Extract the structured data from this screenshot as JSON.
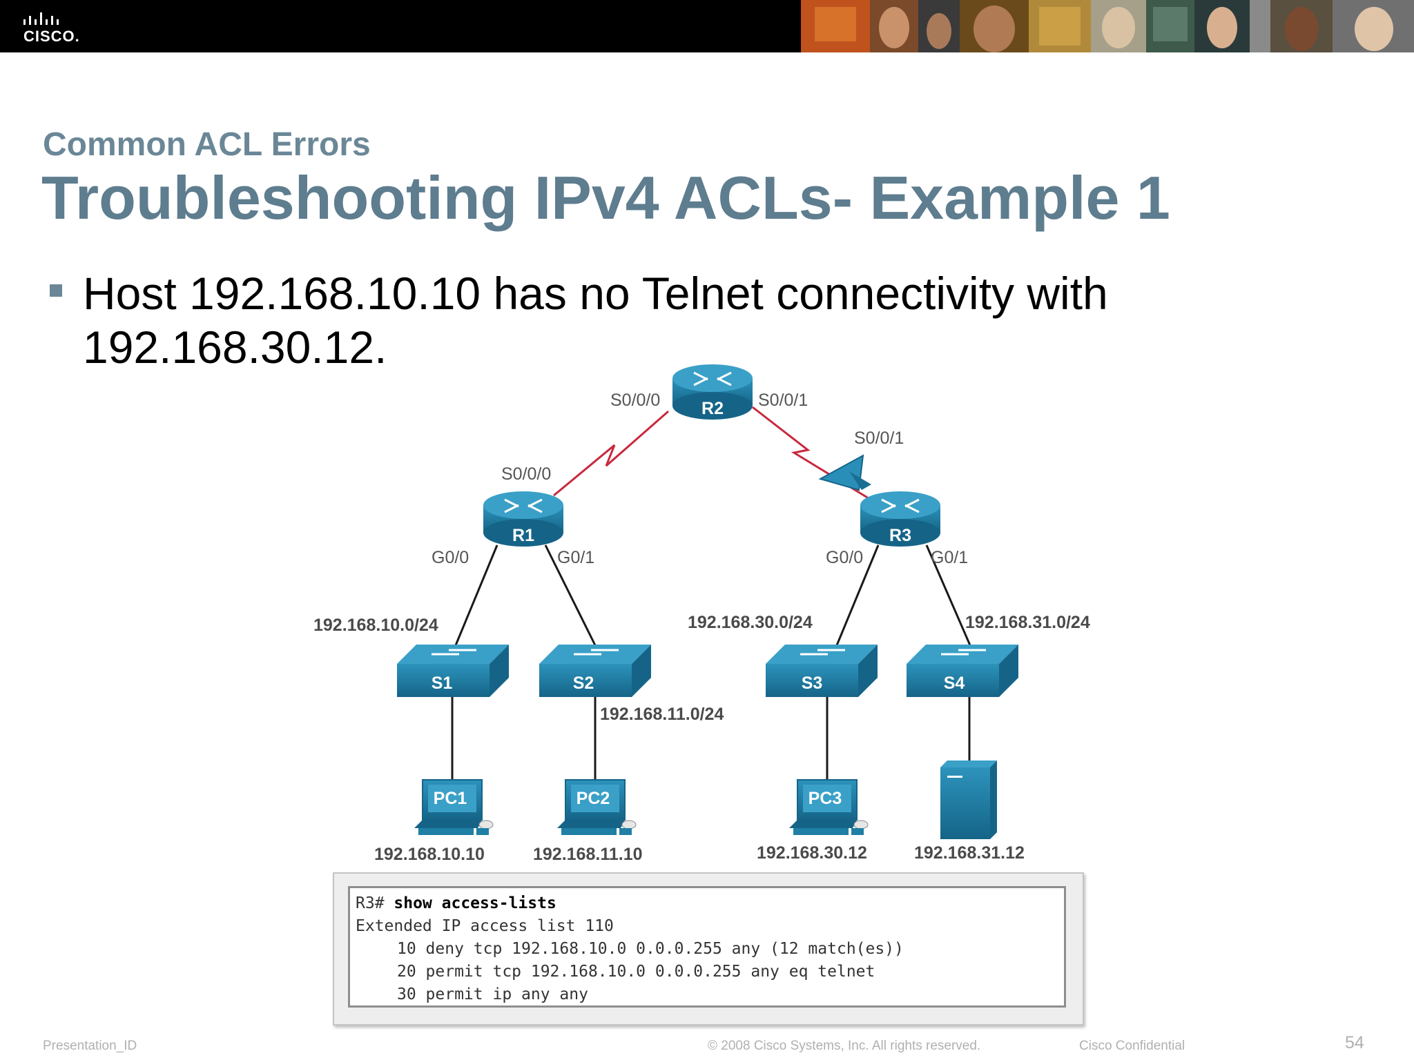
{
  "header": {
    "logo_text": "CISCO."
  },
  "slide": {
    "subtitle": "Common ACL Errors",
    "title": "Troubleshooting IPv4 ACLs- Example 1",
    "bullet_line1": "Host 192.168.10.10 has no Telnet connectivity with",
    "bullet_line2": "192.168.30.12."
  },
  "topology": {
    "routers": {
      "r1": "R1",
      "r2": "R2",
      "r3": "R3"
    },
    "switches": {
      "s1": "S1",
      "s2": "S2",
      "s3": "S3",
      "s4": "S4"
    },
    "pcs": {
      "pc1": "PC1",
      "pc2": "PC2",
      "pc3": "PC3"
    },
    "interfaces": {
      "r2_s000": "S0/0/0",
      "r2_s001": "S0/0/1",
      "r1_s000": "S0/0/0",
      "r3_s001": "S0/0/1",
      "r1_g00": "G0/0",
      "r1_g01": "G0/1",
      "r3_g00": "G0/0",
      "r3_g01": "G0/1"
    },
    "networks": {
      "net_10": "192.168.10.0/24",
      "net_11": "192.168.11.0/24",
      "net_30": "192.168.30.0/24",
      "net_31": "192.168.31.0/24"
    },
    "hosts": {
      "pc1_ip": "192.168.10.10",
      "pc2_ip": "192.168.11.10",
      "pc3_ip": "192.168.30.12",
      "server_ip": "192.168.31.12"
    },
    "colors": {
      "device": "#1f7fa5",
      "device_dark": "#135b78",
      "wan_link": "#c8283c",
      "lan_link": "#1a1a1a"
    },
    "icons": {
      "router": "router-icon",
      "switch": "switch-icon",
      "pc": "pc-icon",
      "server": "server-icon",
      "acl": "acl-funnel-icon"
    }
  },
  "cli": {
    "prompt": "R3#",
    "command": "show access-lists",
    "line2": "Extended IP access list 110",
    "line3": "10 deny tcp 192.168.10.0 0.0.0.255 any (12 match(es))",
    "line4": "20 permit tcp 192.168.10.0 0.0.0.255 any eq telnet",
    "line5": "30 permit ip any any"
  },
  "footer": {
    "presentation_id": "Presentation_ID",
    "copyright": "© 2008 Cisco Systems, Inc. All rights reserved.",
    "confidential": "Cisco Confidential",
    "page_number": "54"
  }
}
